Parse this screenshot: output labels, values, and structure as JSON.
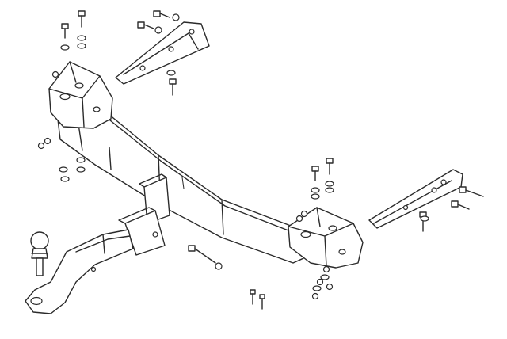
{
  "colors": {
    "line": "#2b2b2b",
    "background": "#ffffff"
  },
  "figure": {
    "kind": "exploded parts drawing",
    "subject": "towbar assembly",
    "labels": []
  },
  "parts": [
    "cross-beam",
    "left-mounting-bracket",
    "right-mounting-bracket",
    "upper-left-brace",
    "right-side-brace",
    "tow-ball",
    "tow-bar-neck",
    "receiver-socket",
    "bolts",
    "nuts",
    "washers"
  ]
}
